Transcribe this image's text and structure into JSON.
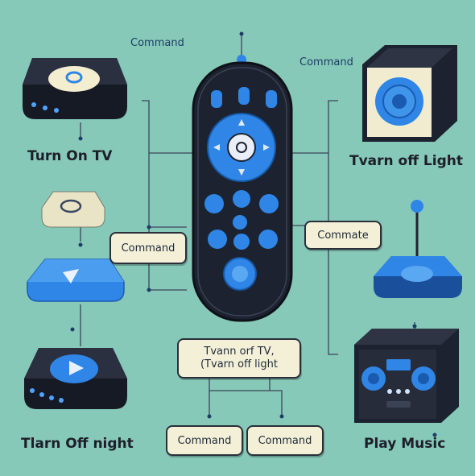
{
  "labels": {
    "top_command": "Command",
    "right_command": "Command",
    "left_title": "Turn On TV",
    "right_title": "Tvarn off Light",
    "left_bottom_title": "Tlarn Off night",
    "right_bottom_title": "Play Music"
  },
  "boxes": {
    "left_command": "Command",
    "right_commate": "Commate",
    "center_line1": "Tvann orf TV,",
    "center_line2": "(Tvarn off light",
    "bottom_command_1": "Command",
    "bottom_command_2": "Command"
  },
  "colors": {
    "background": "#86c9b9",
    "device_dark": "#1d2230",
    "accent_blue": "#2f86e6",
    "label_box": "#f4f0d8"
  },
  "icons": [
    "remote-control-icon",
    "streaming-box-icon",
    "speaker-icon",
    "smart-light-icon",
    "media-player-icon",
    "stereo-icon"
  ]
}
